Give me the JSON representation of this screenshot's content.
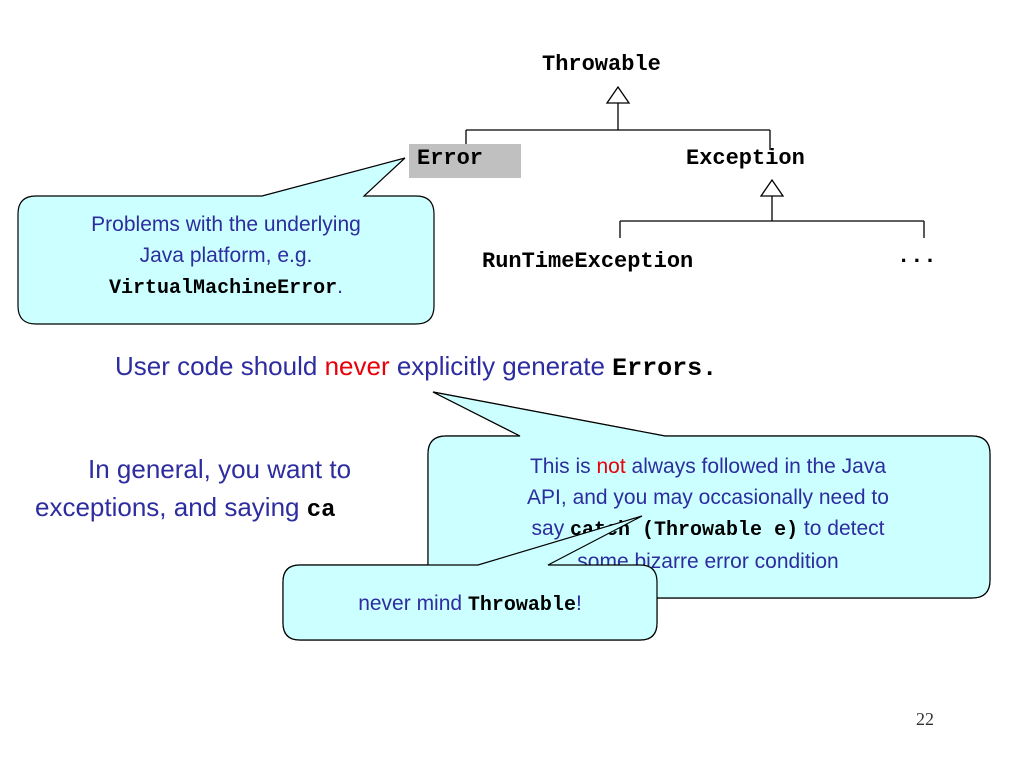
{
  "hierarchy": {
    "root": "Throwable",
    "error": "Error",
    "exception": "Exception",
    "runtime_exception": "RunTimeException",
    "more": "..."
  },
  "callout_error": {
    "line1": "Problems with the underlying",
    "line2": "Java platform, e.g.",
    "code": "VirtualMachineError",
    "suffix": "."
  },
  "main_line": {
    "prefix": "User code should ",
    "emphasis": "never",
    "middle": " explicitly generate ",
    "code": "Errors."
  },
  "hidden_text": {
    "line1": "In general, you want to",
    "line2": "exceptions, and saying",
    "code_fragment": "ca"
  },
  "callout_java": {
    "prefix": "This is ",
    "emphasis": "not",
    "line1_rest": " always followed in the Java",
    "line2": "API, and you may occasionally need to",
    "line3_prefix": "say ",
    "code": "catch (Throwable e)",
    "line3_suffix": " to detect",
    "line4": "some bizarre error condition"
  },
  "callout_never": {
    "prefix": "never mind ",
    "code": "Throwable",
    "suffix": "!"
  },
  "page_number": "22",
  "colors": {
    "text_blue": "#2d2d9f",
    "emphasis_red": "#e8000b",
    "callout_fill": "#ccffff",
    "callout_stroke": "#000000",
    "highlight_gray": "#c0c0c0"
  }
}
